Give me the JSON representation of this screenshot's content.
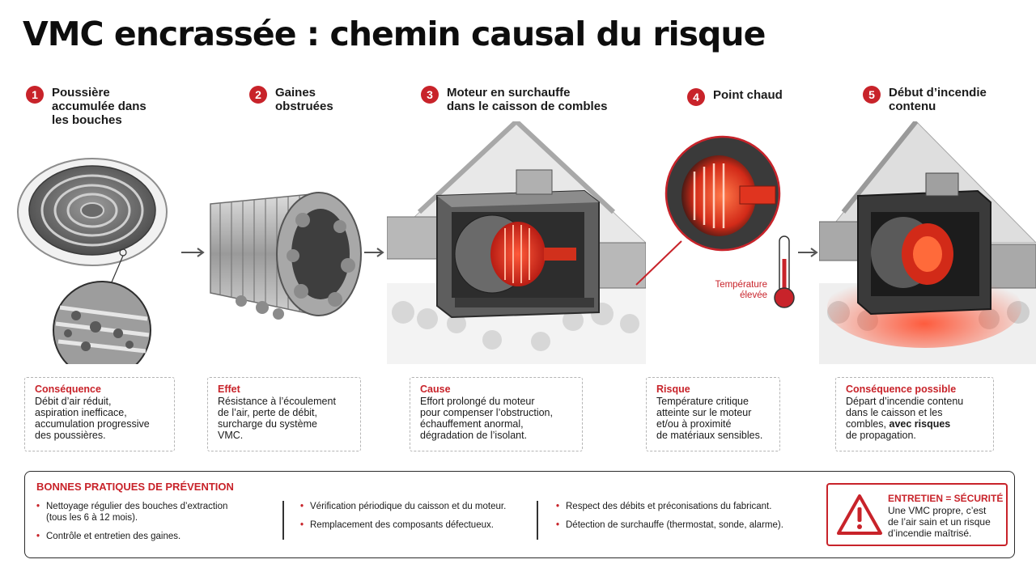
{
  "title": "VMC encrassée : chemin causal du risque",
  "steps": [
    {
      "number": "1",
      "title_lines": [
        "Poussière",
        "accumulée dans",
        "les bouches"
      ],
      "card_label": "Conséquence",
      "card_lines": [
        "Débit d’air réduit,",
        "aspiration inefficace,",
        "accumulation progressive",
        "des poussières."
      ]
    },
    {
      "number": "2",
      "title_lines": [
        "Gaines",
        "obstruées"
      ],
      "card_label": "Effet",
      "card_lines": [
        "Résistance à l’écoulement",
        "de l’air, perte de débit,",
        "surcharge du système",
        "VMC."
      ]
    },
    {
      "number": "3",
      "title_lines": [
        "Moteur en surchauffe",
        "dans le caisson de combles"
      ],
      "card_label": "Cause",
      "card_lines": [
        "Effort prolongé du moteur",
        "pour compenser l’obstruction,",
        "échauffement anormal,",
        "dégradation de l’isolant."
      ]
    },
    {
      "number": "4",
      "title_lines": [
        "Point chaud"
      ],
      "card_label": "Risque",
      "card_lines": [
        "Température critique",
        "atteinte sur le moteur",
        "et/ou à proximité",
        "de matériaux sensibles."
      ]
    },
    {
      "number": "5",
      "title_lines": [
        "Début d’incendie",
        "contenu"
      ],
      "card_label": "Conséquence possible",
      "card_lines": [
        "Départ d’incendie contenu",
        "dans le caisson et les",
        "combles, ",
        "de propagation."
      ],
      "card_bold": [
        "avec risques"
      ]
    }
  ],
  "temperature_label": [
    "Température",
    "élevée"
  ],
  "prevention": {
    "title": "BONNES PRATIQUES DE PRÉVENTION",
    "col1": [
      "Nettoyage régulier des bouches d’extraction",
      "(tous les 6 à 12 mois).",
      "Contrôle et entretien des gaines."
    ],
    "col2": [
      "Vérification périodique du caisson et du moteur.",
      "Remplacement des composants défectueux."
    ],
    "col3": [
      "Respect des débits et préconisations du fabricant.",
      "Détection de surchauffe (thermostat, sonde, alarme)."
    ],
    "safety_title": "ENTRETIEN = SÉCURITÉ",
    "safety_lines": [
      "Une VMC propre, c’est",
      "de l’air sain et un risque",
      "d’incendie maîtrisé."
    ]
  },
  "colors": {
    "accent": "#c8232a",
    "hot": "#e0341f",
    "metal": "#8a8a8a"
  },
  "icons": [
    "warning-triangle-icon",
    "thermometer-icon",
    "arrow-right-icon"
  ]
}
